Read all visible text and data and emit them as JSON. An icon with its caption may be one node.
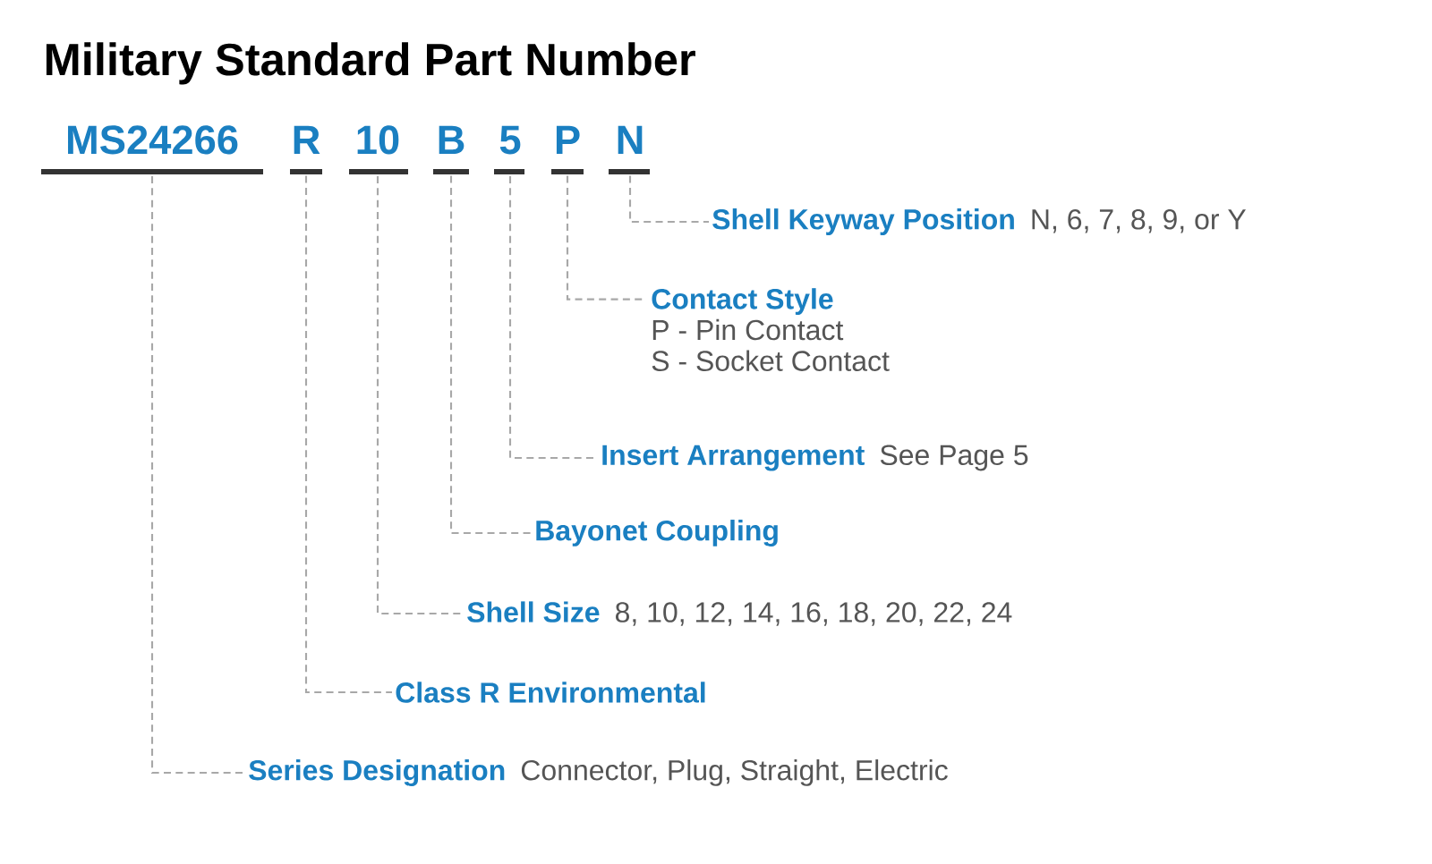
{
  "diagram": {
    "title": "Military Standard Part Number",
    "nodes": [
      {
        "text": [
          "MS24266"
        ]
      },
      {
        "text": [
          "R"
        ]
      },
      {
        "text": [
          "10"
        ]
      },
      {
        "text": [
          "B"
        ]
      },
      {
        "text": [
          "5"
        ]
      },
      {
        "text": [
          "P"
        ]
      },
      {
        "text": [
          "N"
        ]
      },
      {
        "text": [
          "Shell Keyway Position",
          "N, 6, 7, 8, 9, or Y"
        ]
      },
      {
        "text": [
          "Contact Style",
          "P - Pin Contact",
          "S - Socket Contact"
        ]
      },
      {
        "text": [
          "Insert Arrangement",
          "See Page 5"
        ]
      },
      {
        "text": [
          "Bayonet Coupling"
        ]
      },
      {
        "text": [
          "Shell Size",
          "8, 10, 12, 14, 16, 18, 20, 22, 24"
        ]
      },
      {
        "text": [
          "Class R Environmental"
        ]
      },
      {
        "text": [
          "Series Designation",
          "Connector, Plug, Straight, Electric"
        ]
      }
    ],
    "edges": [
      {
        "from": 6,
        "to": 7,
        "arrow": "none"
      },
      {
        "from": 5,
        "to": 8,
        "arrow": "none"
      },
      {
        "from": 4,
        "to": 9,
        "arrow": "none"
      },
      {
        "from": 3,
        "to": 10,
        "arrow": "none"
      },
      {
        "from": 2,
        "to": 11,
        "arrow": "none"
      },
      {
        "from": 1,
        "to": 12,
        "arrow": "none"
      },
      {
        "from": 0,
        "to": 13,
        "arrow": "none"
      }
    ]
  }
}
